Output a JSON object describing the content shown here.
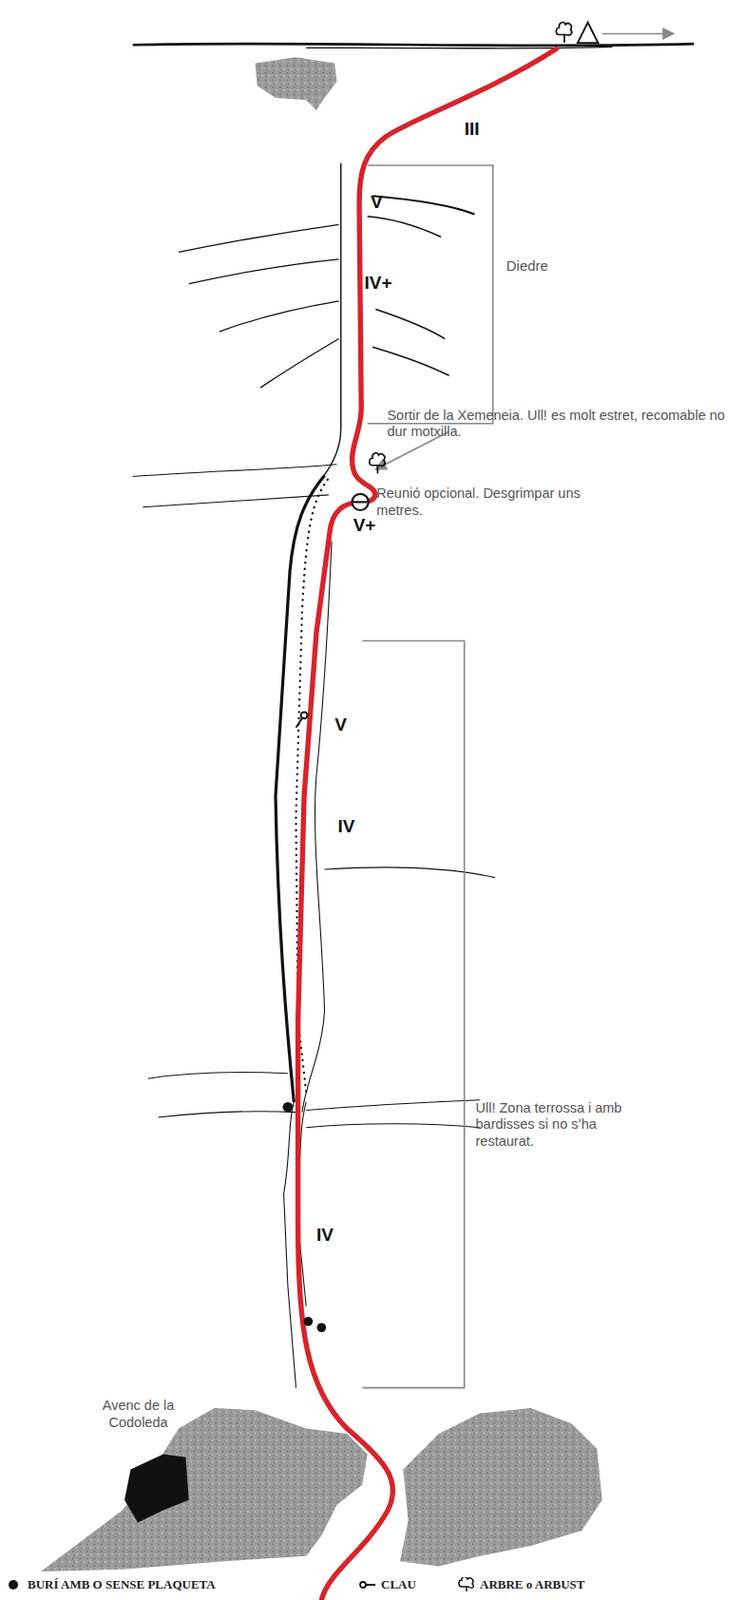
{
  "diagram": {
    "labels": [
      "III",
      "V",
      "IV+",
      "Diedre",
      "Sortir de la Xemeneia. Ull! es molt estret, recomable no dur motxilla.",
      "Reunió opcional. Desgrimpar uns metres.",
      "V+",
      "V",
      "IV",
      "Ull! Zona terrossa i amb bardisses si no s’ha restaurat.",
      "IV",
      "Avenc de la Codoleda"
    ],
    "legend": [
      {
        "text": "BURÍ AMB O SENSE PLAQUETA"
      },
      {
        "text": "CLAU"
      },
      {
        "text": "ARBRE o ARBUST"
      }
    ]
  }
}
